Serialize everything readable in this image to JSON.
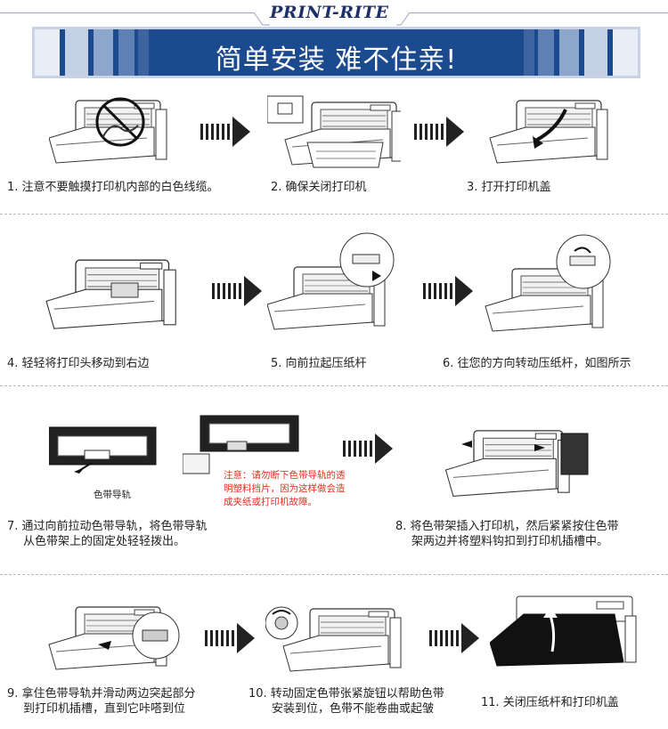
{
  "brand": {
    "name": "PRINT-RITE"
  },
  "banner": {
    "title": "简单安装 难不住亲!"
  },
  "steps": [
    {
      "caption": "1. 注意不要触摸打印机内部的白色线缆。"
    },
    {
      "caption": "2. 确保关闭打印机"
    },
    {
      "caption": "3. 打开打印机盖"
    },
    {
      "caption": "4. 轻轻将打印头移动到右边"
    },
    {
      "caption": "5. 向前拉起压纸杆"
    },
    {
      "caption": "6. 往您的方向转动压纸杆，如图所示"
    },
    {
      "caption_line1": "7. 通过向前拉动色带导轨，将色带导轨",
      "caption_line2": "从色带架上的固定处轻轻拨出。"
    },
    {
      "caption_line1": "8. 将色带架插入打印机，然后紧紧按住色带",
      "caption_line2": "架两边并将塑料钩扣到打印机插槽中。"
    },
    {
      "caption_line1": "9. 拿住色带导轨并滑动两边突起部分",
      "caption_line2": "到打印机插槽，直到它咔嗒到位"
    },
    {
      "caption_line1": "10. 转动固定色带张紧旋钮以帮助色带",
      "caption_line2": "安装到位，色带不能卷曲或起皱"
    },
    {
      "caption": "11. 关闭压纸杆和打印机盖"
    }
  ],
  "ribbon_label": "色带导轨",
  "note": {
    "line1": "注意：请勿断下色带导轨的透",
    "line2": "明塑料挡片，因为这样做会造",
    "line3": "成夹纸或打印机故障。"
  },
  "colors": {
    "banner": "#1c4a8e",
    "arrow": "#222222",
    "note": "#e0301e"
  }
}
